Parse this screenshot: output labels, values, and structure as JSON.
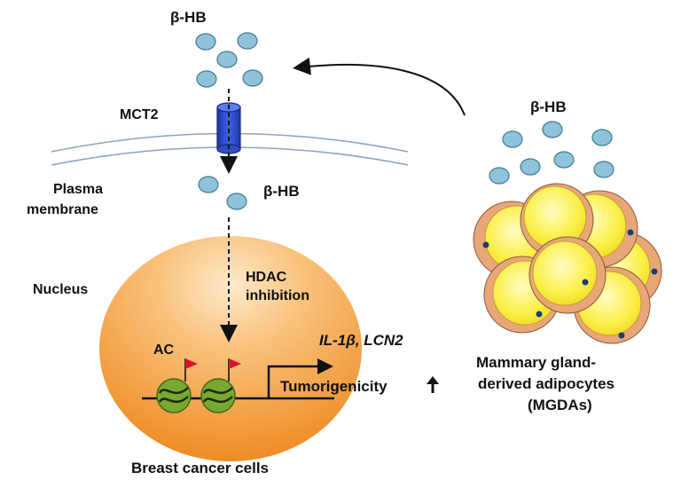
{
  "labels": {
    "bhb_top": "β-HB",
    "mct2": "MCT2",
    "plasma_membrane_line1": "Plasma",
    "plasma_membrane_line2": "membrane",
    "bhb_inside": "β-HB",
    "bhb_right": "β-HB",
    "hdac_line1": "HDAC",
    "hdac_line2": "inhibition",
    "nucleus": "Nucleus",
    "ac": "AC",
    "genes": "IL-1β, LCN2",
    "tumorigenicity": "Tumorigenicity",
    "mgda_line1": "Mammary gland-",
    "mgda_line2": "derived adipocytes",
    "mgda_line3": "(MGDAs)",
    "caption": "Breast cancer cells"
  },
  "colors": {
    "bhb_fill": "#8ec3d9",
    "bhb_stroke": "#3f7b95",
    "channel": "#2d4ec8",
    "membrane": "#8aa5c2",
    "nucleus_light": "#fce6b8",
    "nucleus_mid": "#f7b25f",
    "nucleus_dark": "#ef8a1f",
    "nucleosome": "#79a832",
    "flag": "#d9142a",
    "adipocyte_fill": "#fbf25a",
    "adipocyte_rim": "#e9a778"
  },
  "icons": {
    "tumorigenicity_arrow": "up-arrow-icon",
    "flag": "red-flag-icon"
  }
}
